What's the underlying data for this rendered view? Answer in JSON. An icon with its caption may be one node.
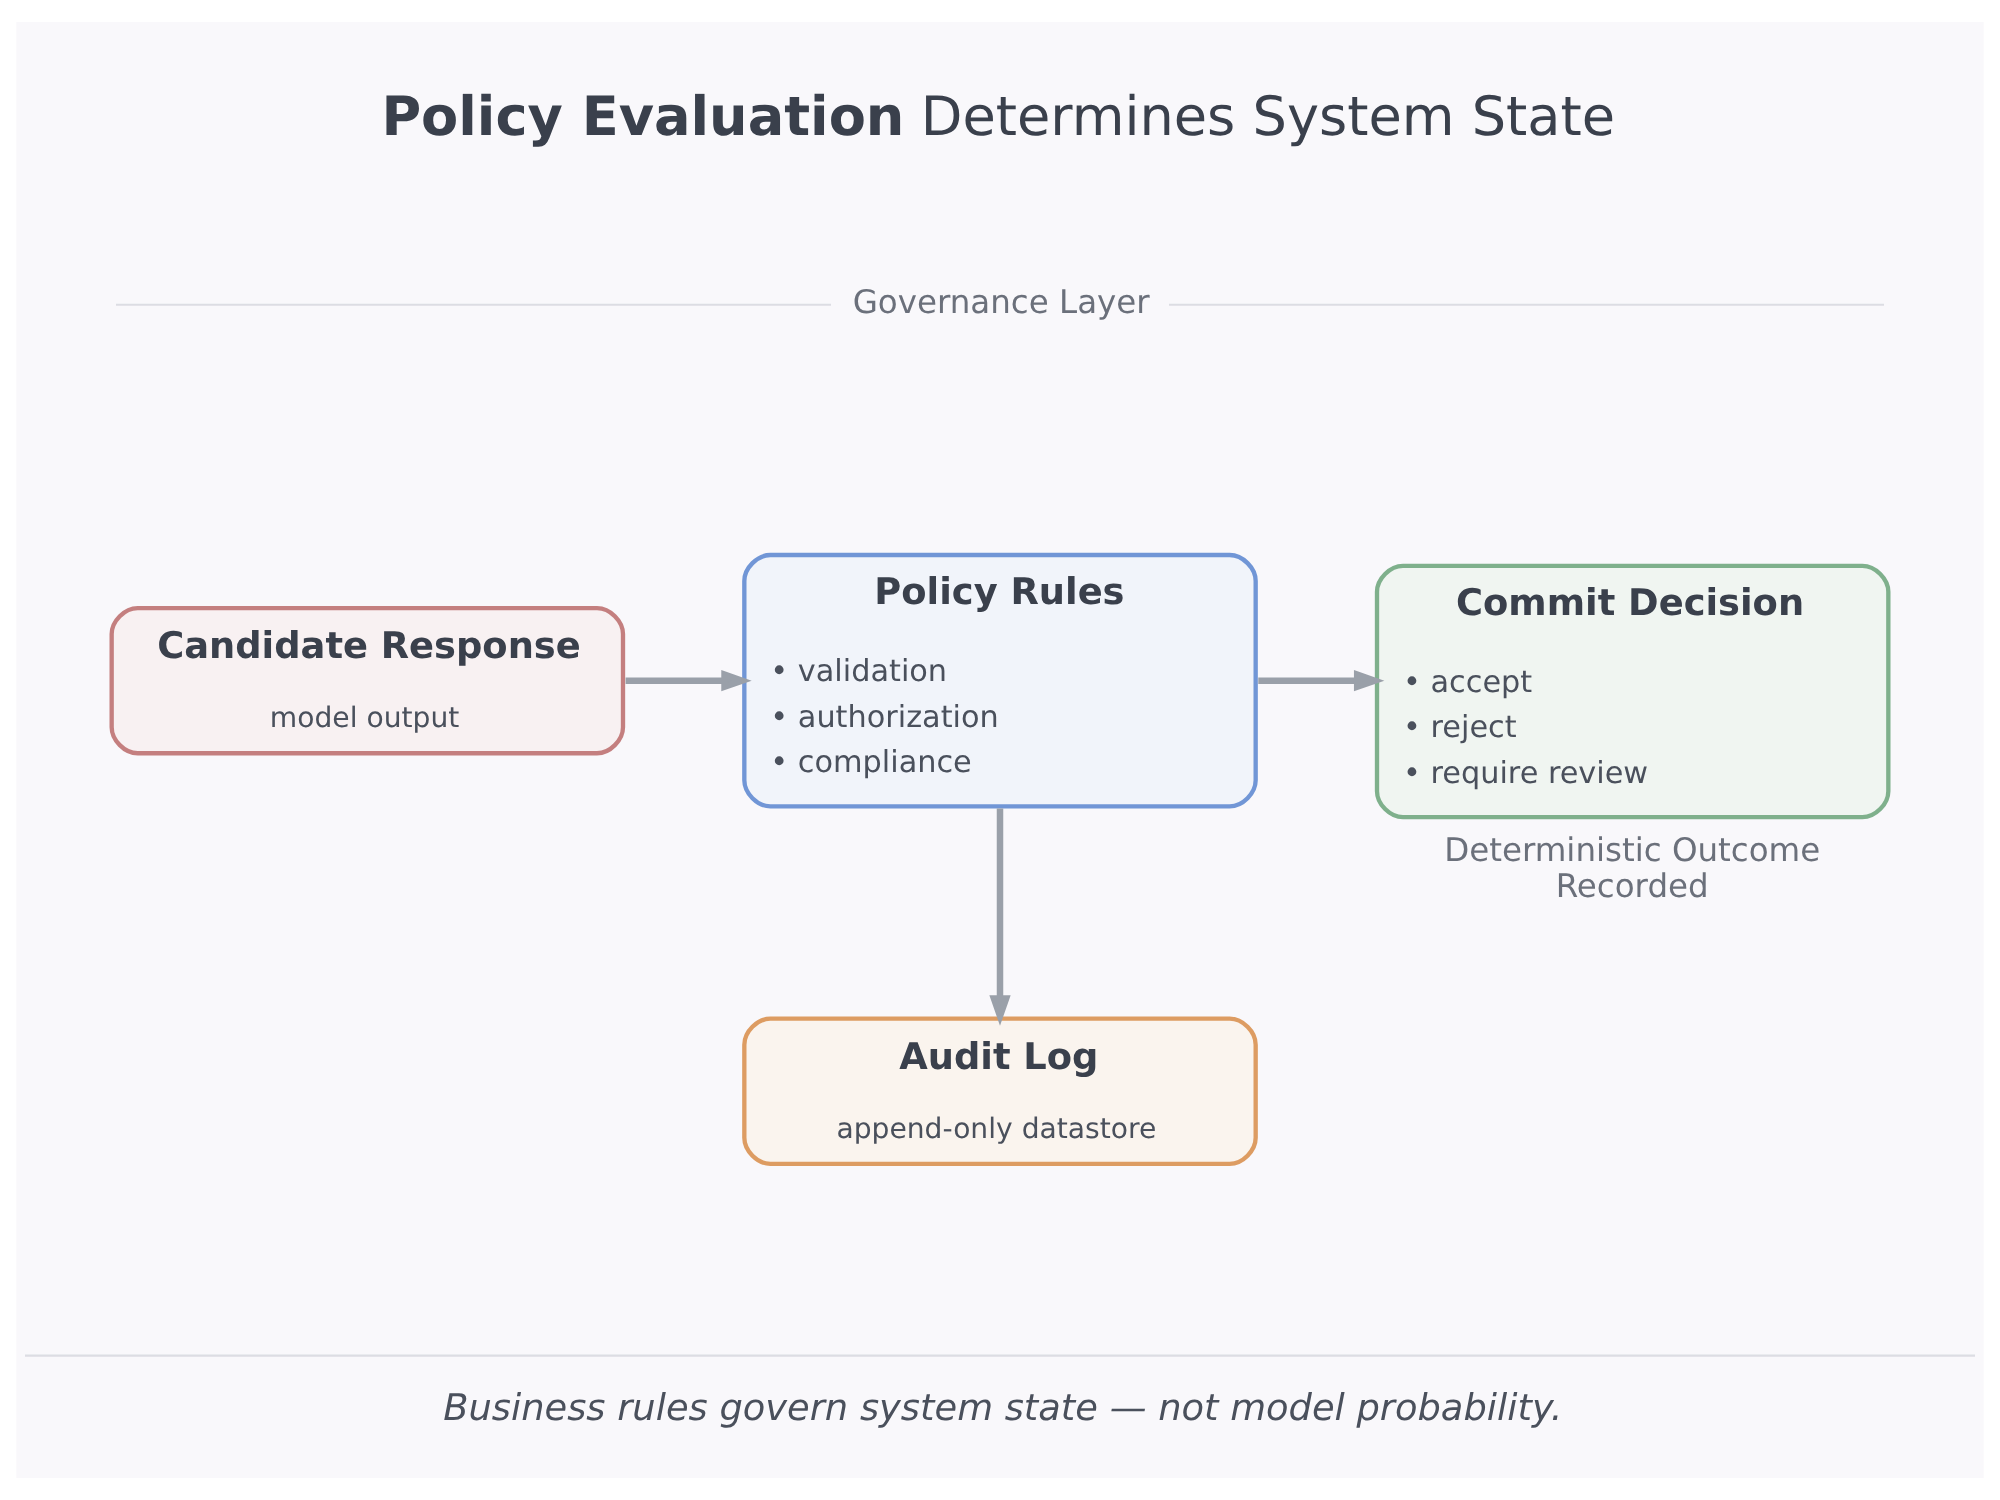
{
  "diagram": {
    "title": "**Policy Evaluation** Determines System State",
    "caption": "Business rules govern system state — not model probability.",
    "nodes": [
      {
        "text": [
          "Candidate Response",
          "model output"
        ]
      },
      {
        "text": [
          "Policy Rules",
          "• validation",
          "• authorization",
          "• compliance"
        ]
      },
      {
        "text": [
          "Commit Decision",
          "• accept",
          "• reject",
          "• require review"
        ],
        "beside": [
          "Deterministic Outcome Recorded"
        ]
      },
      {
        "text": [
          "Audit Log",
          "append-only datastore"
        ]
      }
    ],
    "edges": [
      {
        "from": 0,
        "to": 1,
        "arrow": "to"
      },
      {
        "from": 1,
        "to": 2,
        "arrow": "to"
      },
      {
        "from": 1,
        "to": 3,
        "arrow": "to"
      }
    ],
    "labels": [
      "Governance Layer"
    ]
  }
}
